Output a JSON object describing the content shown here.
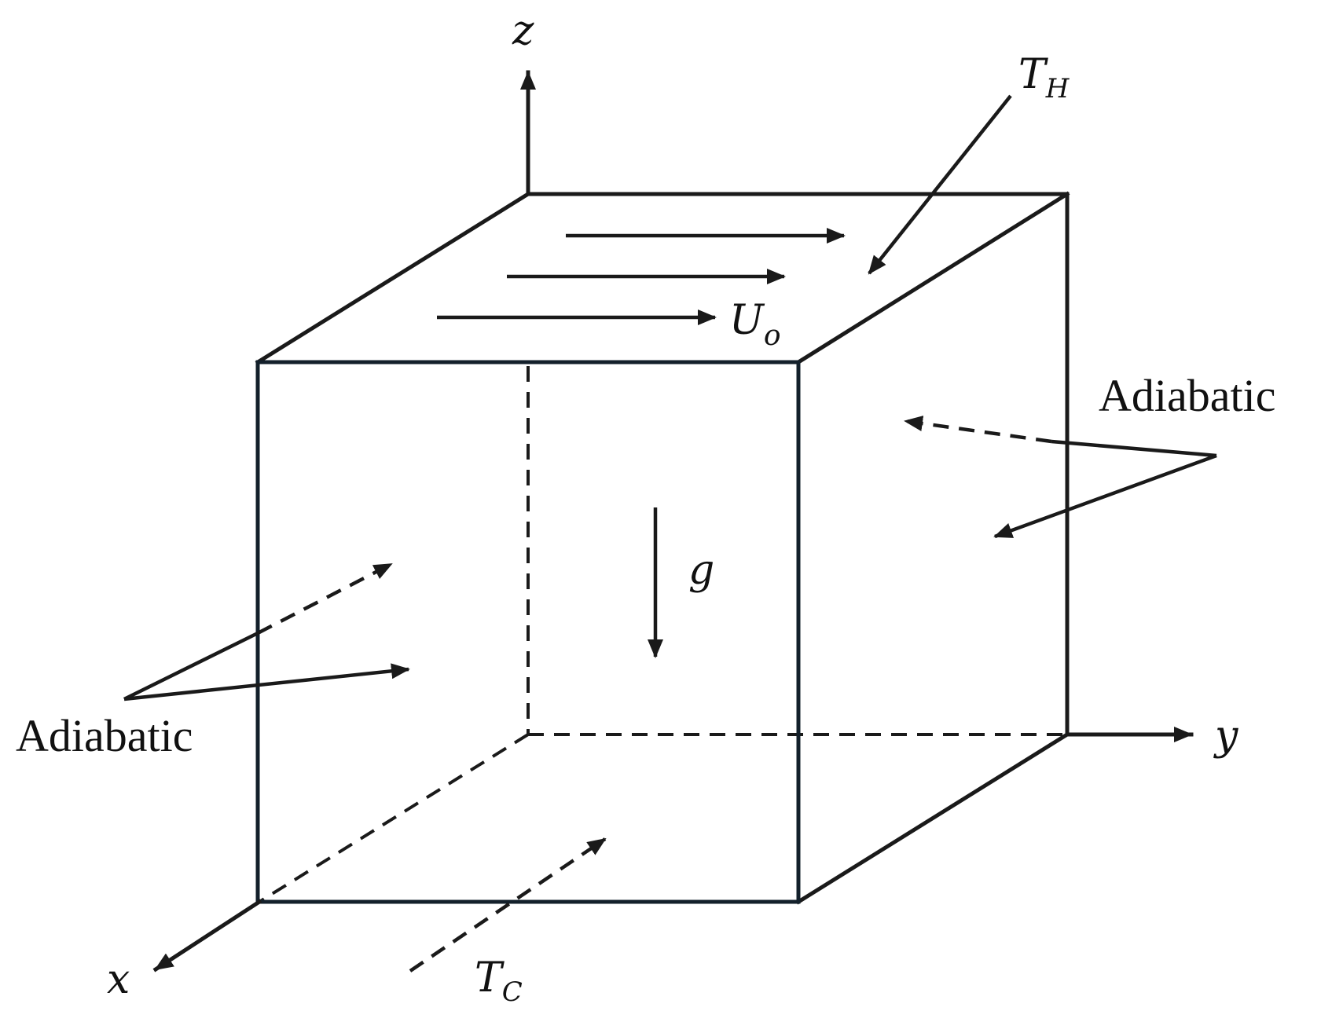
{
  "axes": {
    "x": "x",
    "y": "y",
    "z": "z"
  },
  "labels": {
    "hot_wall_symbol": "T",
    "hot_wall_subscript": "H",
    "cold_wall_symbol": "T",
    "cold_wall_subscript": "C",
    "lid_velocity_symbol": "U",
    "lid_velocity_subscript": "o",
    "gravity_symbol": "g",
    "adiabatic_right": "Adiabatic",
    "adiabatic_left": "Adiabatic"
  },
  "colors": {
    "line": "#1a1a1a",
    "front_face_edge": "#13202b",
    "background": "#ffffff"
  }
}
